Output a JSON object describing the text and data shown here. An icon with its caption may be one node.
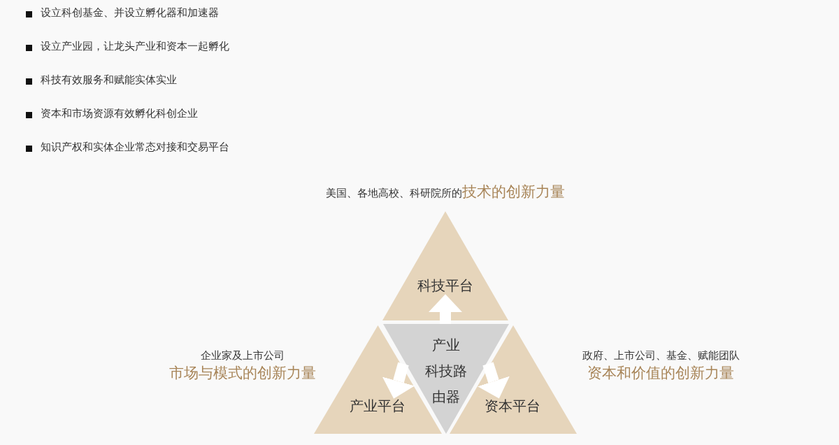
{
  "diagram": {
    "nodes": [
      {
        "text": [
          "产业科技路由器"
        ]
      },
      {
        "text": [
          "科技平台"
        ],
        "beside": [
          "美国、各地高校、科研院所的",
          "技术的创新力量"
        ]
      },
      {
        "text": [
          "产业平台"
        ],
        "beside": [
          "企业家及上市公司",
          "市场与模式的创新力量"
        ]
      },
      {
        "text": [
          "资本平台"
        ],
        "beside": [
          "政府、上市公司、基金、赋能团队",
          "资本和价值的创新力量"
        ]
      }
    ],
    "edges": [
      {
        "from": 0,
        "to": 1,
        "arrow": "to"
      },
      {
        "from": 0,
        "to": 2,
        "arrow": "to"
      },
      {
        "from": 0,
        "to": 3,
        "arrow": "to"
      }
    ],
    "labels": [
      "设立科创基金、并设立孵化器和加速器",
      "设立产业园，让龙头产业和资本一起孵化",
      "科技有效服务和赋能实体实业",
      "资本和市场资源有效孵化科创企业",
      "知识产权和实体企业常态对接和交易平台"
    ]
  }
}
